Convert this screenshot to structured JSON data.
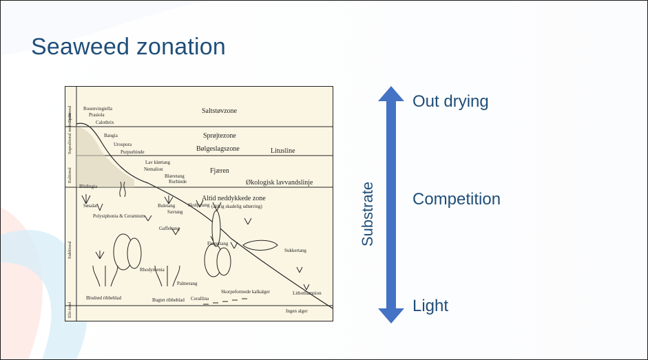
{
  "slide": {
    "title": "Seaweed zonation",
    "substrate_label": "Substrate",
    "side_labels": {
      "top": "Out drying",
      "middle": "Competition",
      "bottom": "Light"
    },
    "colors": {
      "title": "#1f4e79",
      "arrow": "#4472c4",
      "figure_bg": "#fbf6e4"
    }
  },
  "figure": {
    "zones": [
      "Saltstøvzone",
      "Sprøjtezone",
      "Bølgeslagszone",
      "Fjæren",
      "Altid neddykkede zone",
      "(aldrig skadelig udtørring)"
    ],
    "lines": [
      "Litusline",
      "Økologisk lavvandslinje"
    ],
    "left_axis": [
      "Epilitoral",
      "Supralitoral nedre zone",
      "Eulitoral",
      "Sublitoral",
      "Elit-toral"
    ],
    "species": [
      "Rosenvingiella",
      "Prasiola",
      "Calothrix",
      "Bangia",
      "Urospora",
      "Purpurhinde",
      "Lav klørtang",
      "Nemalion",
      "Blæretang",
      "Rurhinde",
      "Blidingia",
      "Søsalat",
      "Buletang",
      "Savtang",
      "Skulpetang",
      "Polysiphonia & Ceramium",
      "Gaffeltang",
      "Rhodymenia",
      "Fingertang",
      "Sukkertang",
      "Palmetang",
      "Blodrød ribbeblad",
      "Bugtet ribbeblad",
      "Corallina",
      "Skorpeformede kalkalger",
      "Lithothamnion",
      "Ingen alger"
    ]
  }
}
